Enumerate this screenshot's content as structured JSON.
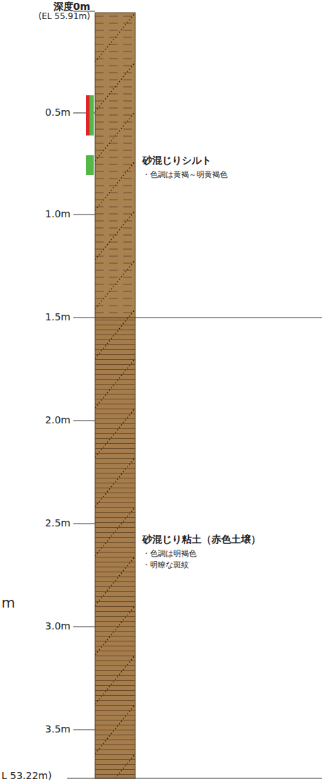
{
  "diagram": {
    "labels": [
      "深度0m",
      "(EL 55.91m)",
      "0.5m",
      "1.0m",
      "1.5m",
      "2.0m",
      "2.5m",
      "3.0m",
      "3.5m",
      "砂混じりシルト",
      "・色調は黄褐～明黄褐色",
      "砂混じり粘土（赤色土壌）",
      "・色調は明褐色",
      "・明瞭な斑紋",
      "m",
      "L 53.22m)"
    ]
  }
}
